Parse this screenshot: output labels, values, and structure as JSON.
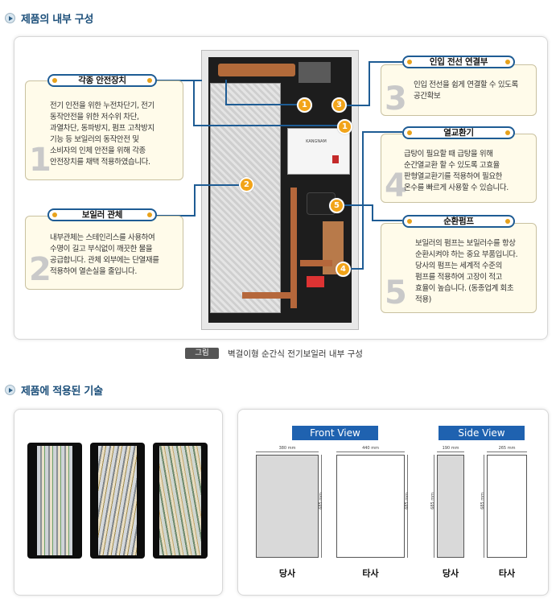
{
  "sections": {
    "internal": {
      "title": "제품의 내부 구성"
    },
    "technology": {
      "title": "제품에 적용된 기술"
    }
  },
  "callouts": [
    {
      "id": 1,
      "title": "각종 안전장치",
      "number": "1",
      "lines": [
        "전기 인전을 위한 누전차단기, 전기",
        "동작안전을 위한 저수위 차단,",
        "과열차단, 동파방지, 펌프 고착방지",
        "기능 등 보일러의 동작안전 및",
        "소비자의 인체 안전을 위해 각종",
        "안전장치를 채택 적용하였습니다."
      ]
    },
    {
      "id": 2,
      "title": "보일러 관체",
      "number": "2",
      "lines": [
        "내부관체는 스테인리스를 사용하여",
        "수명이 길고 부식없이 깨끗한 물을",
        "공급합니다. 관체 외부에는 단열재를",
        "적용하여 열손실을 줄입니다."
      ]
    },
    {
      "id": 3,
      "title": "인입 전선 연결부",
      "number": "3",
      "lines": [
        "인입 전선을 쉽게 연결할 수 있도록",
        "공간확보"
      ]
    },
    {
      "id": 4,
      "title": "열교환기",
      "number": "4",
      "lines": [
        "급탕이 필요할 때 급탕을 위해",
        "순간열교환 할 수 있도록 고효율",
        "판형열교환기를 적용하여 필요한",
        "온수를 빠르게 사용할 수 있습니다."
      ]
    },
    {
      "id": 5,
      "title": "순환펌프",
      "number": "5",
      "lines": [
        "보일러의 펌프는 보일러수를 항상",
        "순환시켜야 하는 중요 부품입니다.",
        "당사의 펌프는 세계적 수준의",
        "펌프를 적용하여 고장이 적고",
        "효율이 높습니다. (동종업계 회초",
        "적용)"
      ]
    }
  ],
  "device": {
    "brand": "KANGNAM"
  },
  "badges": [
    "1",
    "3",
    "1",
    "2",
    "5",
    "4"
  ],
  "caption": {
    "tag": "그림",
    "text": "벽걸이형 순간식 전기보일러 내부 구성"
  },
  "views": {
    "front": {
      "label": "Front View",
      "ours": {
        "width": "380 mm",
        "height": "685 mm"
      },
      "theirs": {
        "width": "440 mm",
        "height": "685 mm"
      }
    },
    "side": {
      "label": "Side View",
      "ours": {
        "width": "190 mm",
        "height": "685 mm"
      },
      "theirs": {
        "width": "265 mm",
        "height": "685 mm"
      }
    },
    "labels": {
      "ours": "당사",
      "theirs": "타사"
    }
  },
  "colors": {
    "accent": "#1e5c94",
    "badge": "#f2a419",
    "card_bg": "#fffbea",
    "view_tag": "#1f62b0"
  }
}
